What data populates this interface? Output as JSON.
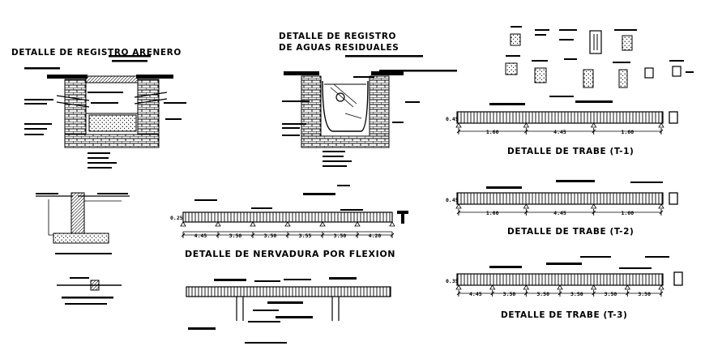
{
  "sheet": {
    "background": "#ffffff",
    "ink": "#000000"
  },
  "titles": {
    "registro_arenero": "DETALLE DE REGISTRO ARENERO",
    "aguas_residuales_line1": "DETALLE DE REGISTRO",
    "aguas_residuales_line2": "DE AGUAS RESIDUALES",
    "nervadura": "DETALLE DE NERVADURA POR FLEXION",
    "trabe_t1": "DETALLE DE TRABE (T-1)",
    "trabe_t2": "DETALLE DE TRABE (T-2)",
    "trabe_t3": "DETALLE DE TRABE (T-3)"
  },
  "trabe_t1": {
    "height": "0.45",
    "spans": [
      "1.60",
      "4.45",
      "1.60"
    ]
  },
  "trabe_t2": {
    "height": "0.45",
    "spans": [
      "1.60",
      "4.45",
      "1.60"
    ]
  },
  "trabe_t3": {
    "height": "0.35",
    "spans": [
      "4.45",
      "3.50",
      "3.50",
      "3.50",
      "3.50",
      "3.50"
    ]
  },
  "nervadura": {
    "height": "0.25",
    "spans": [
      "4.45",
      "3.50",
      "3.50",
      "3.55",
      "3.50",
      "4.20"
    ]
  }
}
